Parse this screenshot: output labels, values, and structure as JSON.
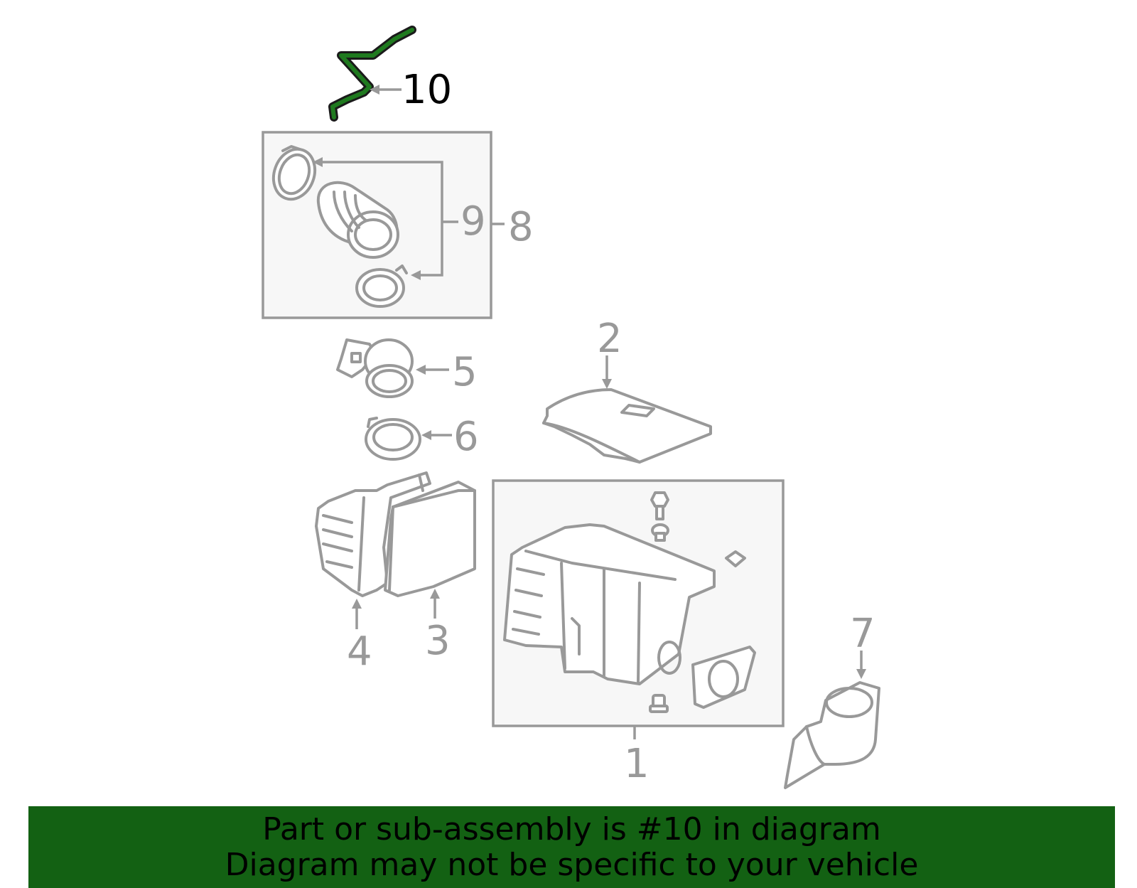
{
  "callouts": {
    "c1": "1",
    "c2": "2",
    "c3": "3",
    "c4": "4",
    "c5": "5",
    "c6": "6",
    "c7": "7",
    "c8": "8",
    "c9": "9",
    "c10": "10"
  },
  "highlighted_part": "10",
  "colors": {
    "banner_bg": "#136113",
    "highlight": "#1f7a1f",
    "part_stroke": "#999999"
  },
  "banner": {
    "line1": "Part or sub-assembly is #10 in diagram",
    "line2": "Diagram may not be specific to your vehicle"
  }
}
